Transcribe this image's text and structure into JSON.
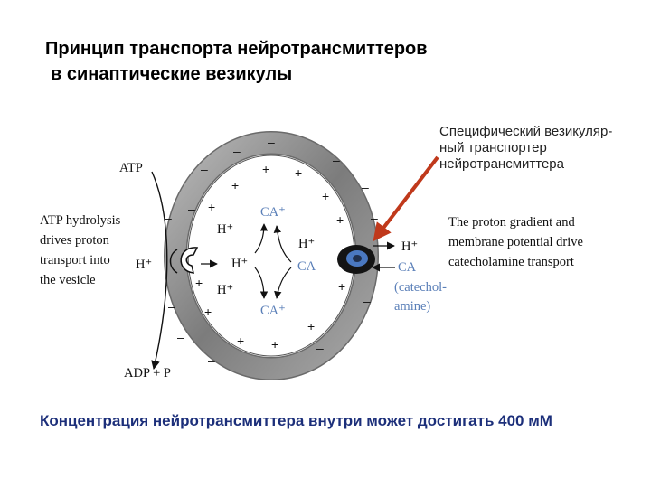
{
  "title": {
    "line1": "Принцип транспорта нейротрансмиттеров",
    "line2": "в синаптические везикулы"
  },
  "callout": {
    "line1": "Специфический везикуляр-",
    "line2": "ный транспортер",
    "line3": "нейротрансмиттера"
  },
  "footer": "Концентрация нейротрансмиттера внутри может достигать 400 мМ",
  "diagram": {
    "atp": "ATP",
    "adp": "ADP + P",
    "left_text": [
      "ATP hydrolysis",
      "drives proton",
      "transport into",
      "the vesicle"
    ],
    "right_text": [
      "The proton gradient and",
      "membrane potential drive",
      "catecholamine transport"
    ],
    "h_plus": "H⁺",
    "ca": "CA",
    "ca_plus": "CA⁺",
    "catechol": [
      "(catechol-",
      "amine)"
    ],
    "plus": "+",
    "minus": "–"
  },
  "colors": {
    "arrow_red": "#c0391b",
    "footer_blue": "#1c2f7a",
    "ca_blue": "#5a7fb8",
    "membrane_gray": "#8a8a8a",
    "transporter_blue": "#4a78c0"
  }
}
